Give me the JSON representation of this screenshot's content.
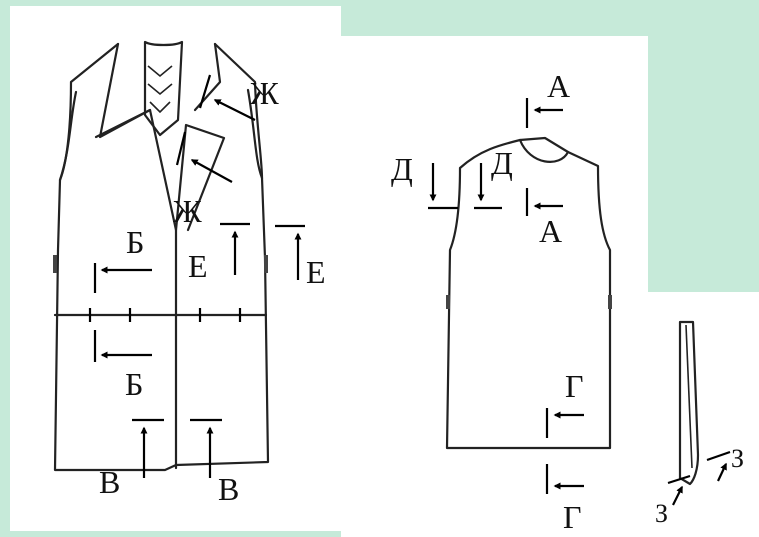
{
  "colors": {
    "background": "#c6ead9",
    "paper": "#ffffff",
    "line": "#222222",
    "marker": "#000000"
  },
  "labels": {
    "a_top": "А",
    "a_bottom": "А",
    "b_top": "Б",
    "b_bottom": "Б",
    "v_left": "В",
    "v_right": "В",
    "g_top": "Г",
    "g_bottom": "Г",
    "d_left": "Д",
    "d_right": "Д",
    "e_left": "Е",
    "e_right": "Е",
    "zh_top": "Ж",
    "zh_mid": "Ж",
    "z_left": "З",
    "z_right": "З"
  }
}
